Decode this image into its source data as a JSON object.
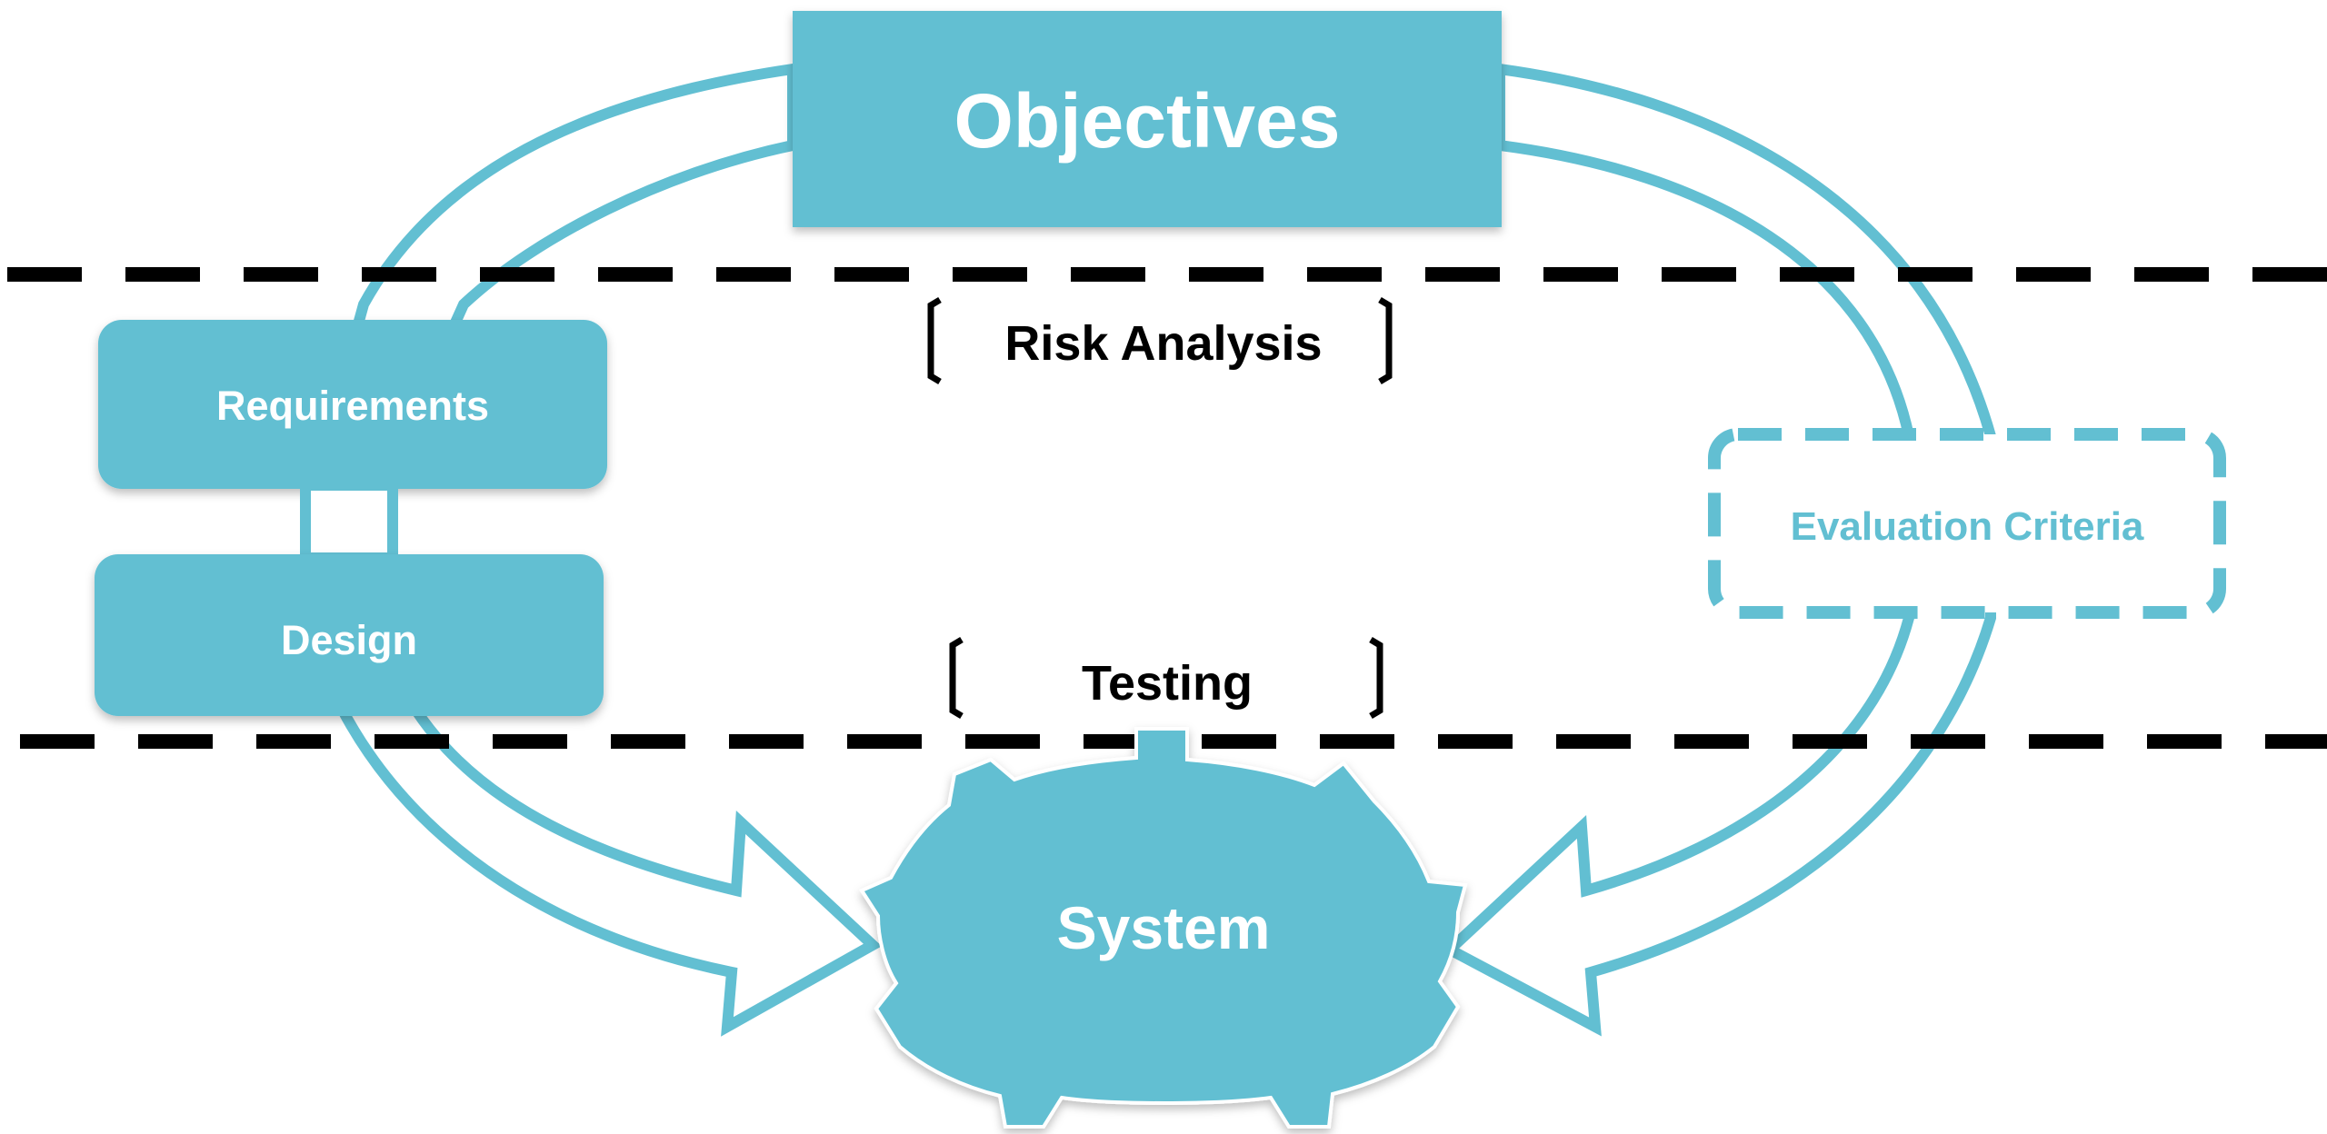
{
  "colors": {
    "teal": "#62bfd2",
    "line": "#000000",
    "white": "#ffffff"
  },
  "nodes": {
    "objectives": "Objectives",
    "requirements": "Requirements",
    "design": "Design",
    "system": "System",
    "evaluation": "Evaluation Criteria"
  },
  "labels": {
    "risk_analysis": "Risk Analysis",
    "testing": "Testing"
  }
}
